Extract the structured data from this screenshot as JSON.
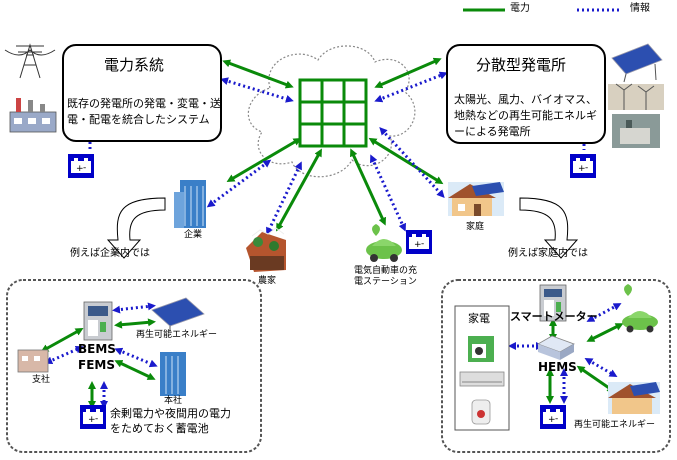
{
  "legend": {
    "power_label": "電力",
    "info_label": "情報"
  },
  "colors": {
    "power": "#0a8a0a",
    "info": "#1a1acc",
    "battery": "#0000c8"
  },
  "grid_box": {
    "title": "電力系統",
    "description": "既存の発電所の発電・変電・送電・配電を統合したシステム"
  },
  "distributed_box": {
    "title": "分散型発電所",
    "description": "太陽光、風力、バイオマス、地熱などの再生可能エネルギーによる発電所"
  },
  "nodes": {
    "company": "企業",
    "farm": "農家",
    "ev_station": "電気自動車の充電ステーション",
    "home": "家庭"
  },
  "company_section": {
    "caption": "例えば企業内では",
    "bems": "BEMS",
    "fems": "FEMS",
    "renewable": "再生可能エネルギー",
    "branch": "支社",
    "head_office": "本社",
    "battery_note": "余剰電力や夜間用の電力をためておく蓄電池"
  },
  "home_section": {
    "caption": "例えば家庭内では",
    "appliances": "家電",
    "smart_meter": "スマートメーター",
    "hems": "HEMS",
    "renewable": "再生可能エネルギー"
  }
}
